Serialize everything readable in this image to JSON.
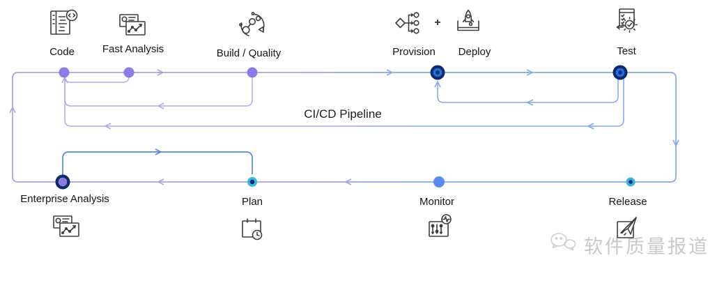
{
  "diagram": {
    "title": "CI/CD Pipeline",
    "plus_sign": "+",
    "stages": [
      {
        "id": "code",
        "label": "Code"
      },
      {
        "id": "fast-analysis",
        "label": "Fast Analysis"
      },
      {
        "id": "build-quality",
        "label": "Build / Quality"
      },
      {
        "id": "provision",
        "label": "Provision"
      },
      {
        "id": "deploy",
        "label": "Deploy"
      },
      {
        "id": "test",
        "label": "Test"
      },
      {
        "id": "enterprise-analysis",
        "label": "Enterprise Analysis"
      },
      {
        "id": "plan",
        "label": "Plan"
      },
      {
        "id": "monitor",
        "label": "Monitor"
      },
      {
        "id": "release",
        "label": "Release"
      }
    ],
    "watermark": {
      "text": "软件质量报道",
      "logo": "wechat-icon"
    },
    "colors": {
      "purple_line": "#ab9fe8",
      "purple_feedback": "#b4a9ea",
      "purple_dot": "#8b7ce8",
      "blue_line": "#84a6ec",
      "blue_arc": "#5b85e8",
      "mix_line": "#97a3ea",
      "navy": "#0d2b6b",
      "bright_blue": "#1f6fe0",
      "cyan": "#3ab5dd",
      "monitor_blue": "#5b8bf0",
      "purple_node": "#8f7be0"
    }
  }
}
